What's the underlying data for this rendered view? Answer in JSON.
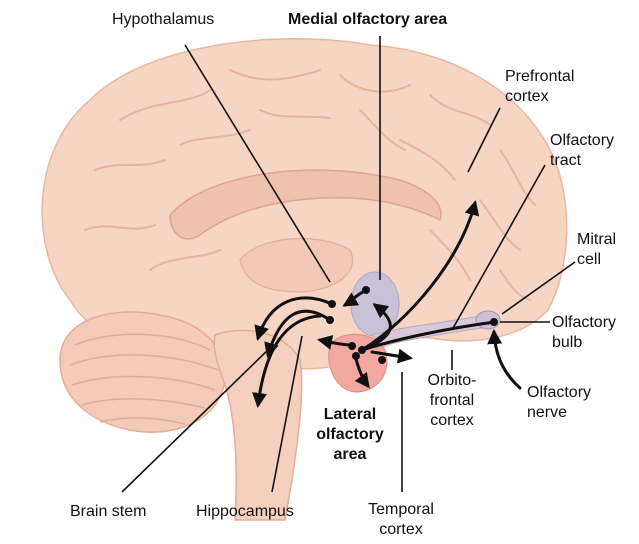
{
  "labels": {
    "hypothalamus": "Hypothalamus",
    "medial_olfactory_area": "Medial olfactory area",
    "prefrontal_cortex": [
      "Prefrontal",
      "cortex"
    ],
    "olfactory_tract": [
      "Olfactory",
      "tract"
    ],
    "mitral_cell": [
      "Mitral",
      "cell"
    ],
    "olfactory_bulb": [
      "Olfactory",
      "bulb"
    ],
    "olfactory_nerve": [
      "Olfactory",
      "nerve"
    ],
    "orbitofrontal_cortex": [
      "Orbito-",
      "frontal",
      "cortex"
    ],
    "lateral_olfactory_area": [
      "Lateral",
      "olfactory",
      "area"
    ],
    "temporal_cortex": [
      "Temporal",
      "cortex"
    ],
    "hippocampus": "Hippocampus",
    "brain_stem": "Brain stem"
  },
  "colors": {
    "brain_fill": "#f7d5c4",
    "brain_stroke": "#e9b7a0",
    "cerebellum_fill": "#f3cbb8",
    "medial_area_fill": "#c9c2d7",
    "lateral_area_fill": "#f2a8a0",
    "bulb_fill": "#cdbfd6",
    "pathway": "#111111",
    "leader_line": "#111111"
  }
}
